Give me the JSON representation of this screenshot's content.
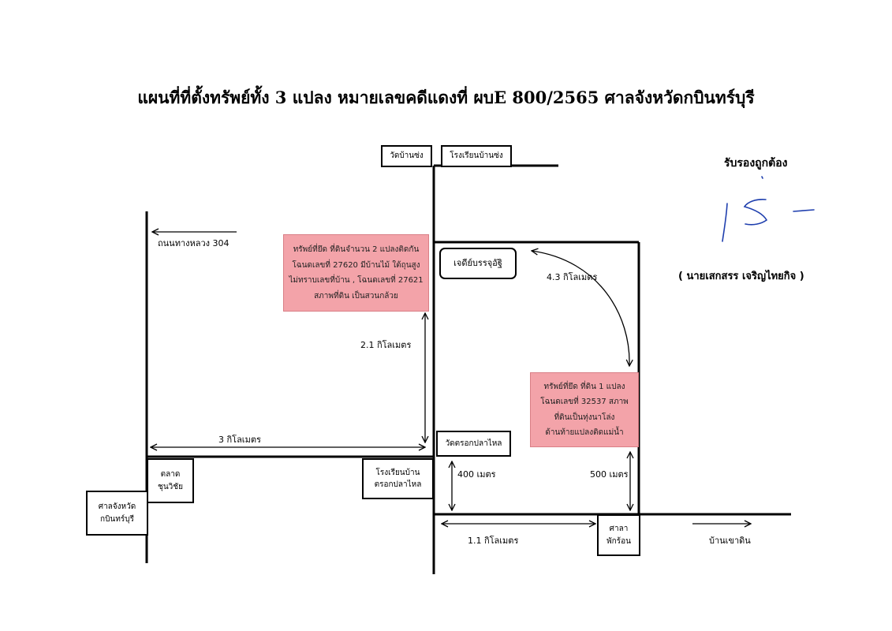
{
  "title": "แผนที่ที่ตั้งทรัพย์ทั้ง 3 แปลง หมายเลขคดีแดงที่ ผบE 800/2565    ศาลจังหวัดกบินทร์บุรี",
  "places": {
    "wat_ban_song": "วัดบ้านซ่ง",
    "school_ban_song": "โรงเรียนบ้านซ่ง",
    "chedi": "เจดีย์บรรจุอัฐิ",
    "wat_trok": "วัดตรอกปลาไหล",
    "school_trok_1": "โรงเรียนบ้าน",
    "school_trok_2": "ตรอกปลาไหล",
    "market_1": "ตลาด",
    "market_2": "ชุนวิชัย",
    "court_1": "ศาลจังหวัด",
    "court_2": "กบินทร์บุรี",
    "sala_1": "ศาลา",
    "sala_2": "พักร้อน"
  },
  "roads": {
    "highway": "ถนนทางหลวง  304",
    "ban_khao_din": "บ้านเขาดิน"
  },
  "distances": {
    "d_2_1": "2.1 กิโลเมตร",
    "d_3": "3 กิโลเมตร",
    "d_4_3": "4.3 กิโลเมตร",
    "d_400": "400 เมตร",
    "d_500": "500 เมตร",
    "d_1_1": "1.1 กิโลเมตร"
  },
  "property_1": [
    "ทรัพย์ที่ยึด  ที่ดินจำนวน 2 แปลงติดกัน",
    "โฉนดเลขที่ 27620 มีบ้านไม้ ใต้ถุนสูง",
    "ไม่ทราบเลขที่บ้าน , โฉนดเลขที่ 27621",
    "สภาพที่ดิน เป็นสวนกล้วย"
  ],
  "property_2": [
    "ทรัพย์ที่ยึด ที่ดิน 1 แปลง",
    "โฉนดเลขที่ 32537 สภาพ",
    "ที่ดินเป็นทุ่งนาโล่ง",
    "ด้านท้ายแปลงติดแม่น้ำ"
  ],
  "certification": {
    "heading": "รับรองถูกต้อง",
    "name": "( นายเสกสรร  เจริญไทยกิจ )"
  }
}
